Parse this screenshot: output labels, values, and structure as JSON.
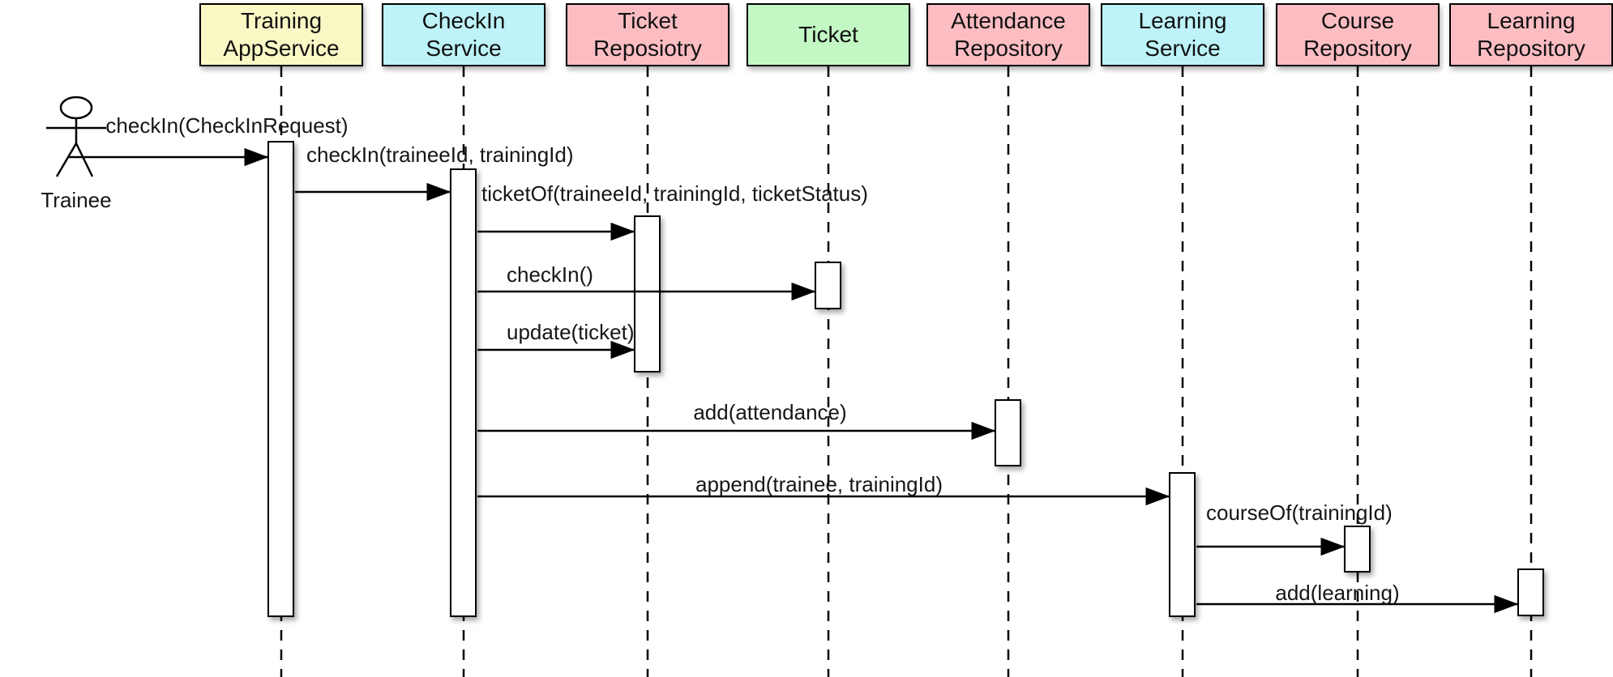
{
  "diagram": {
    "kind": "uml-sequence-diagram",
    "line_color": "#000000",
    "background_color": "#ffffff"
  },
  "actor": {
    "label": "Trainee"
  },
  "participants": [
    {
      "id": "training-app-service",
      "label": "Training\nAppService",
      "color": "#faf8c5"
    },
    {
      "id": "checkin-service",
      "label": "CheckIn\nService",
      "color": "#bdf3f9"
    },
    {
      "id": "ticket-repository",
      "label": "Ticket\nReposiotry",
      "color": "#fbbdc2"
    },
    {
      "id": "ticket",
      "label": "Ticket",
      "color": "#c3f8c5"
    },
    {
      "id": "attendance-repository",
      "label": "Attendance\nRepository",
      "color": "#fbbdc2"
    },
    {
      "id": "learning-service",
      "label": "Learning\nService",
      "color": "#bdf3f9"
    },
    {
      "id": "course-repository",
      "label": "Course\nRepository",
      "color": "#fbbdc2"
    },
    {
      "id": "learning-repository",
      "label": "Learning\nRepository",
      "color": "#fbbdc2"
    }
  ],
  "messages": [
    {
      "from": "Trainee",
      "to": "Training AppService",
      "label": "checkIn(CheckInRequest)"
    },
    {
      "from": "Training AppService",
      "to": "CheckIn Service",
      "label": "checkIn(traineeId, trainingId)"
    },
    {
      "from": "CheckIn Service",
      "to": "Ticket Reposiotry",
      "label": "ticketOf(traineeId, trainingId, ticketStatus)"
    },
    {
      "from": "CheckIn Service",
      "to": "Ticket",
      "label": "checkIn()"
    },
    {
      "from": "CheckIn Service",
      "to": "Ticket Reposiotry",
      "label": "update(ticket)"
    },
    {
      "from": "CheckIn Service",
      "to": "Attendance Repository",
      "label": "add(attendance)"
    },
    {
      "from": "CheckIn Service",
      "to": "Learning Service",
      "label": "append(trainee, trainingId)"
    },
    {
      "from": "Learning Service",
      "to": "Course Repository",
      "label": "courseOf(trainingId)"
    },
    {
      "from": "Learning Service",
      "to": "Learning Repository",
      "label": "add(learning)"
    }
  ]
}
